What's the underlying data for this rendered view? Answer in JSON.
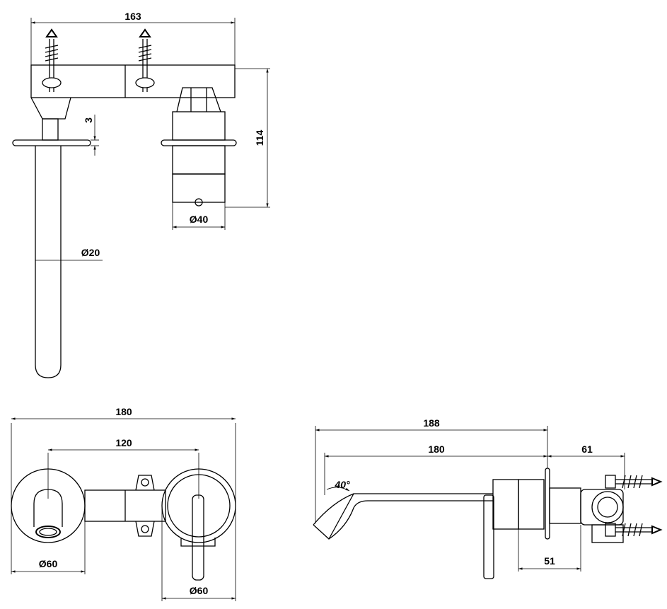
{
  "top_view": {
    "width_163": "163",
    "height_114": "114",
    "gap_3": "3",
    "dia_40": "Ø40",
    "dia_20": "Ø20"
  },
  "front_view": {
    "width_180": "180",
    "centers_120": "120",
    "dia_60_left": "Ø60",
    "dia_60_right": "Ø60"
  },
  "side_view": {
    "length_188": "188",
    "length_180": "180",
    "depth_61": "61",
    "depth_51": "51",
    "angle_40": "40°"
  }
}
